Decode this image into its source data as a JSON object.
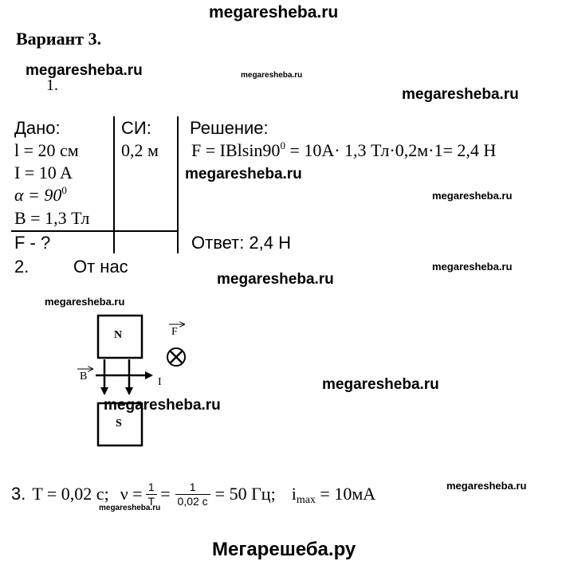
{
  "watermarks": {
    "top": "megaresheba.ru",
    "w1": "megaresheba.ru",
    "w2": "megaresheba.ru",
    "w3": "megaresheba.ru",
    "w4": "megaresheba.ru",
    "w5": "megaresheba.ru",
    "w6": "megaresheba.ru",
    "w7": "megaresheba.ru",
    "w8": "megaresheba.ru",
    "w9": "megaresheba.ru",
    "w10": "megaresheba.ru",
    "w11": "megaresheba.ru",
    "w12": "megaresheba.ru",
    "bottom": "Мегарешеба.ру"
  },
  "heading": "Вариант 3.",
  "problem1": {
    "number": "1.",
    "given_header": "Дано:",
    "given": [
      "l = 20 см",
      "I = 10 A",
      "α = 90",
      "B = 1,3 Тл"
    ],
    "alpha_exp": "0",
    "find": "F - ?",
    "si_header": "СИ:",
    "si_value": "0,2 м",
    "solution_header": "Решение:",
    "solution_a": "F = IBlsin90",
    "solution_exp": "0",
    "solution_b": " = 10A· 1,3 Тл·0,2м·1= 2,4 Н",
    "answer": "Ответ: 2,4 Н"
  },
  "problem2": {
    "number": "2.",
    "answer": "От нас",
    "north_label": "N",
    "south_label": "S",
    "force_label": "F",
    "field_label": "B",
    "current_label": "I"
  },
  "problem3": {
    "number": "3.",
    "period": "T = 0,02 с;",
    "nu": "ν =",
    "frac1_num": "1",
    "frac1_den": "T",
    "frac2_num": "1",
    "frac2_den": "0,02 с",
    "result": "= 50 Гц;",
    "imax_i": "i",
    "imax_sub": "max",
    "imax_val": " = 10мА"
  }
}
